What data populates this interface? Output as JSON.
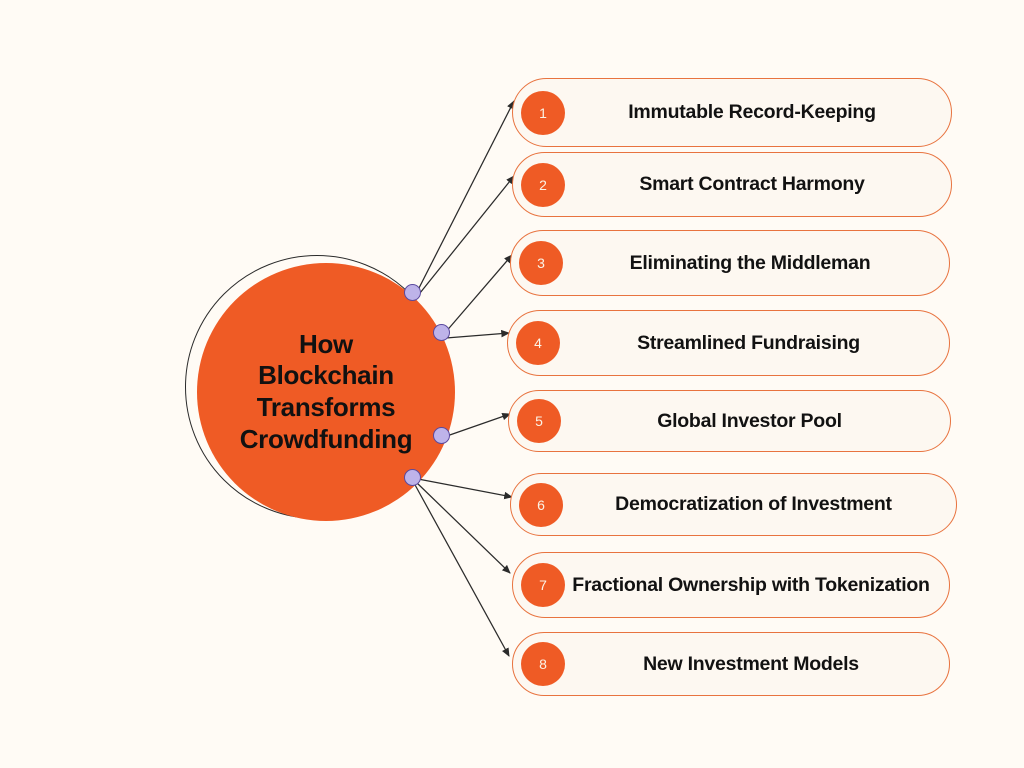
{
  "background_color": "#FFFBF5",
  "accent_color": "#EF5B25",
  "pill_fill_color": "#FDF8F1",
  "pill_border_color": "#E8733F",
  "dot_color": "#BEB3E9",
  "text_color": "#121212",
  "hub": {
    "title": "How\nBlockchain\nTransforms\nCrowdfunding",
    "title_plain": "How Blockchain Transforms Crowdfunding"
  },
  "items": [
    {
      "number": "1",
      "label": "Immutable Record-Keeping"
    },
    {
      "number": "2",
      "label": "Smart Contract Harmony"
    },
    {
      "number": "3",
      "label": "Eliminating the Middleman"
    },
    {
      "number": "4",
      "label": "Streamlined Fundraising"
    },
    {
      "number": "5",
      "label": "Global Investor Pool"
    },
    {
      "number": "6",
      "label": "Democratization of Investment"
    },
    {
      "number": "7",
      "label": "Fractional Ownership with Tokenization"
    },
    {
      "number": "8",
      "label": "New Investment Models"
    }
  ]
}
